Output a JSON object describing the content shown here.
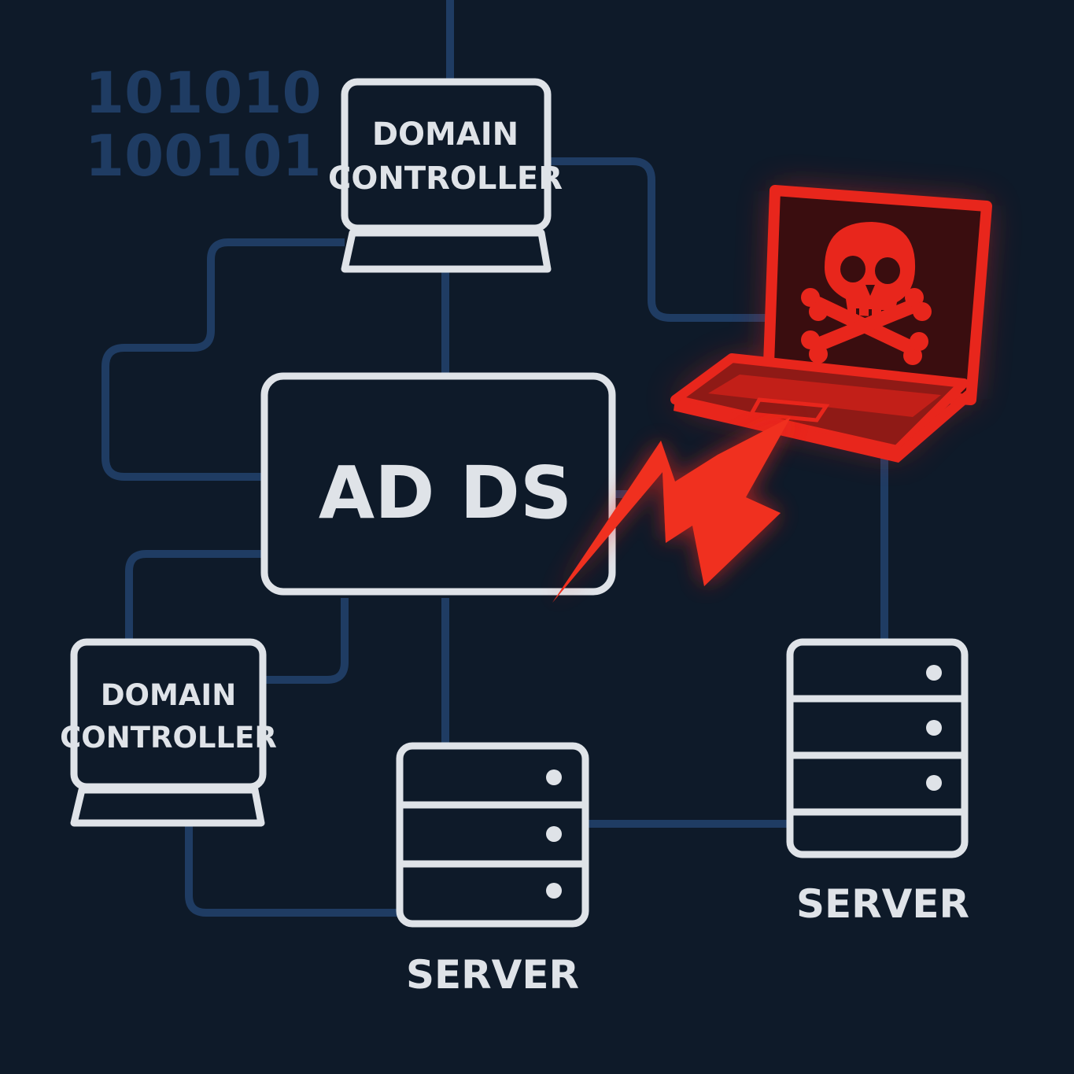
{
  "background_color": "#0e1a29",
  "colors": {
    "line": "#1f3c63",
    "outline": "#dfe3e8",
    "attack": "#e8261c",
    "attack_dark": "#3a0d0f"
  },
  "binary": {
    "line1": "101010",
    "line2": "100101"
  },
  "nodes": {
    "dc_top": {
      "line1": "DOMAIN",
      "line2": "CONTROLLER",
      "icon": "monitor-icon"
    },
    "dc_left": {
      "line1": "DOMAIN",
      "line2": "CONTROLLER",
      "icon": "monitor-icon"
    },
    "ad_ds": {
      "label": "AD DS"
    },
    "server_center": {
      "label": "SERVER",
      "icon": "server-icon"
    },
    "server_right": {
      "label": "SERVER",
      "icon": "server-icon"
    },
    "attacker": {
      "icon": "skull-crossbones-laptop-icon"
    },
    "attack_bolt": {
      "icon": "lightning-bolt-icon"
    }
  }
}
